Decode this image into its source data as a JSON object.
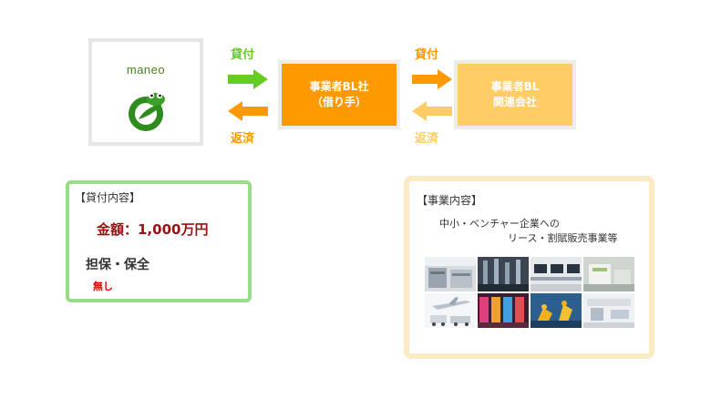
{
  "maneo": {
    "label": "maneo"
  },
  "flows": {
    "loan_label_1": "貸付",
    "return_label_1": "返済",
    "loan_label_2": "貸付",
    "return_label_2": "返済"
  },
  "entities": {
    "bl_company": {
      "line1": "事業者BL社",
      "line2": "（借り手）"
    },
    "related_company": {
      "line1": "事業者BL",
      "line2": "関連会社"
    }
  },
  "loan_details": {
    "title": "【貸付内容】",
    "amount": "金額：1,000万円",
    "collateral_label": "担保・保全",
    "collateral_value": "無し"
  },
  "business": {
    "title": "【事業内容】",
    "desc_line1": "中小・ベンチャー企業への",
    "desc_line2": "リース・割賦販売事業等",
    "photos": [
      "kitchen-equipment-photo",
      "factory-machinery-photo",
      "office-computers-photo",
      "office-equipment-photo",
      "aircraft-and-trucks-photo",
      "pachinko-machines-photo",
      "industrial-robots-photo",
      "medical-equipment-photo"
    ]
  },
  "colors": {
    "green_arrow": "#66cc22",
    "orange": "#ff9900",
    "light_orange": "#ffcc66",
    "green_border": "#99dd88",
    "beige_border": "#faebc4"
  }
}
